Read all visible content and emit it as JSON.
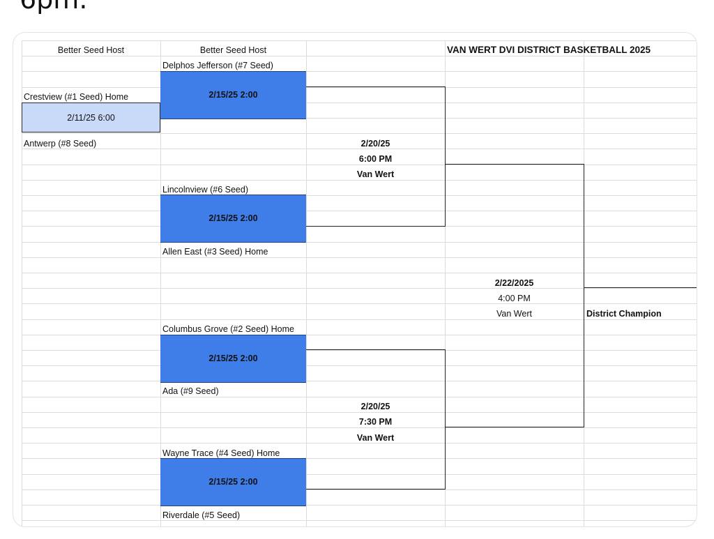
{
  "post_fragment": "6pm.",
  "sheet": {
    "header_col1": "Better Seed Host",
    "header_col2": "Better Seed Host",
    "title": "VAN WERT DVI DISTRICT BASKETBALL 2025",
    "round1": {
      "top_team": "Crestview (#1 Seed)  Home",
      "date": "2/11/25 6:00",
      "bottom_team": "Antwerp (#8 Seed)"
    },
    "quarterfinals": [
      {
        "top": "Delphos Jefferson (#7 Seed)",
        "date": "2/15/25 2:00",
        "bottom": ""
      },
      {
        "top": "Lincolnview (#6 Seed)",
        "date": "2/15/25 2:00",
        "bottom": "Allen East (#3 Seed) Home"
      },
      {
        "top": "Columbus Grove (#2 Seed) Home",
        "date": "2/15/25 2:00",
        "bottom": "Ada  (#9 Seed)"
      },
      {
        "top": "Wayne Trace (#4 Seed) Home",
        "date": "2/15/25 2:00",
        "bottom": "Riverdale (#5 Seed)"
      }
    ],
    "semifinals": [
      {
        "date": "2/20/25",
        "time": "6:00 PM",
        "site": "Van Wert"
      },
      {
        "date": "2/20/25",
        "time": "7:30 PM",
        "site": "Van Wert"
      }
    ],
    "final": {
      "date": "2/22/2025",
      "time": "4:00 PM",
      "site": "Van Wert"
    },
    "champion_label": "District Champion",
    "colors": {
      "dark_box": "#3f7ee8",
      "light_box": "#c9daf8",
      "gridline": "#dcdcdc"
    }
  }
}
